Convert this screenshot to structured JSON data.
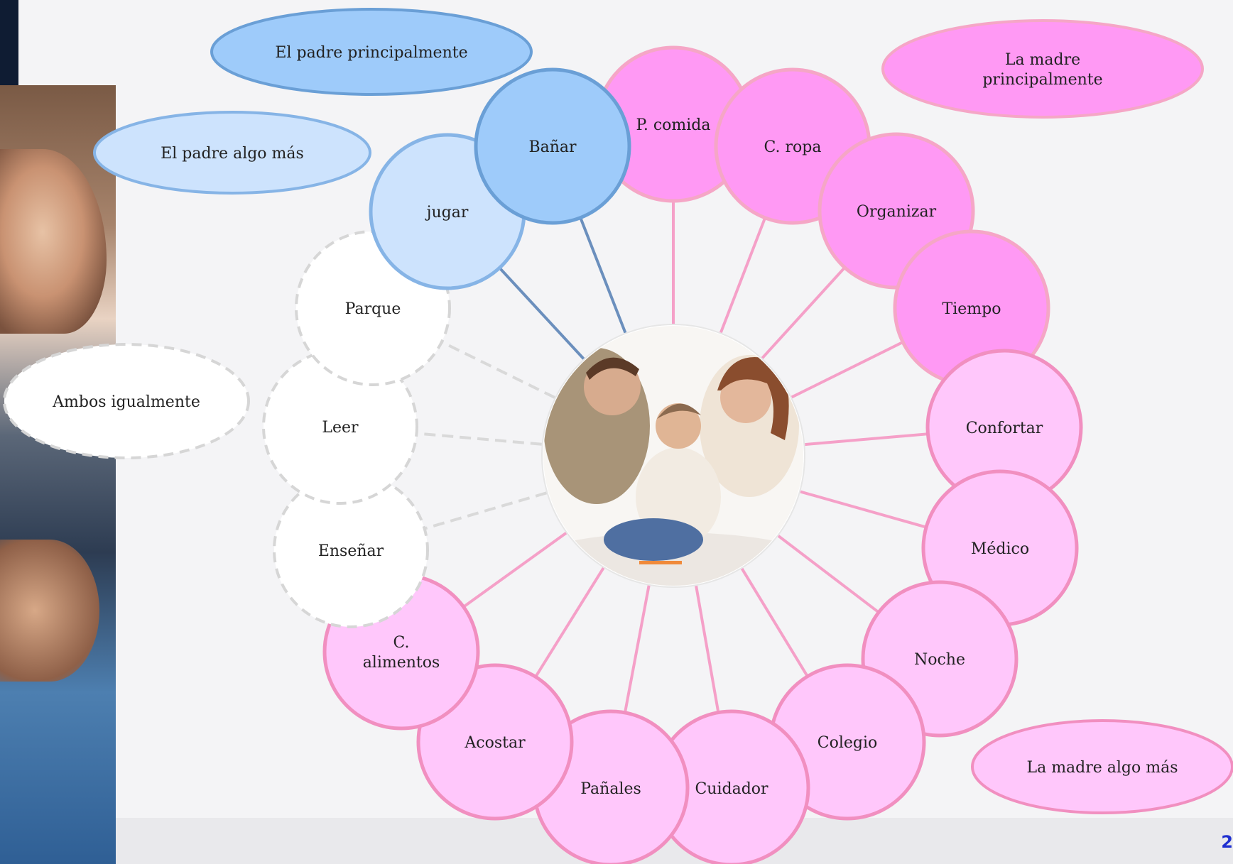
{
  "colors": {
    "father_main": "#9ecbfa",
    "father_main_stroke": "#6a9fd6",
    "father_some": "#cde3fd",
    "father_some_stroke": "#86b4e6",
    "mother_main": "#ff99f4",
    "mother_main_stroke": "#f5a6c6",
    "mother_some": "#ffc7fb",
    "mother_some_stroke": "#f18fc0",
    "both": "#ffffff",
    "both_stroke": "#d6d6d6",
    "spoke_father": "#6b8fbd",
    "spoke_mother": "#f5a0c8",
    "spoke_both": "#d9d9d9"
  },
  "legend": {
    "father_main": "El padre principalmente",
    "father_some": "El padre algo más",
    "both": "Ambos igualmente",
    "mother_main": "La madre\nprincipalmente",
    "mother_some": "La madre algo más"
  },
  "center_image": "family-photo",
  "tasks": [
    {
      "label": "jugar",
      "group": "father_some"
    },
    {
      "label": "Bañar",
      "group": "father_main"
    },
    {
      "label": "P. comida",
      "group": "mother_main"
    },
    {
      "label": "C. ropa",
      "group": "mother_main"
    },
    {
      "label": "Organizar",
      "group": "mother_main"
    },
    {
      "label": "Tiempo",
      "group": "mother_main"
    },
    {
      "label": "Confortar",
      "group": "mother_some"
    },
    {
      "label": "Médico",
      "group": "mother_some"
    },
    {
      "label": "Noche",
      "group": "mother_some"
    },
    {
      "label": "Colegio",
      "group": "mother_some"
    },
    {
      "label": "Cuidador",
      "group": "mother_some"
    },
    {
      "label": "Pañales",
      "group": "mother_some"
    },
    {
      "label": "Acostar",
      "group": "mother_some"
    },
    {
      "label": "C.\nalimentos",
      "group": "mother_some"
    },
    {
      "label": "Enseñar",
      "group": "both"
    },
    {
      "label": "Leer",
      "group": "both"
    },
    {
      "label": "Parque",
      "group": "both"
    }
  ],
  "page_number": "2"
}
